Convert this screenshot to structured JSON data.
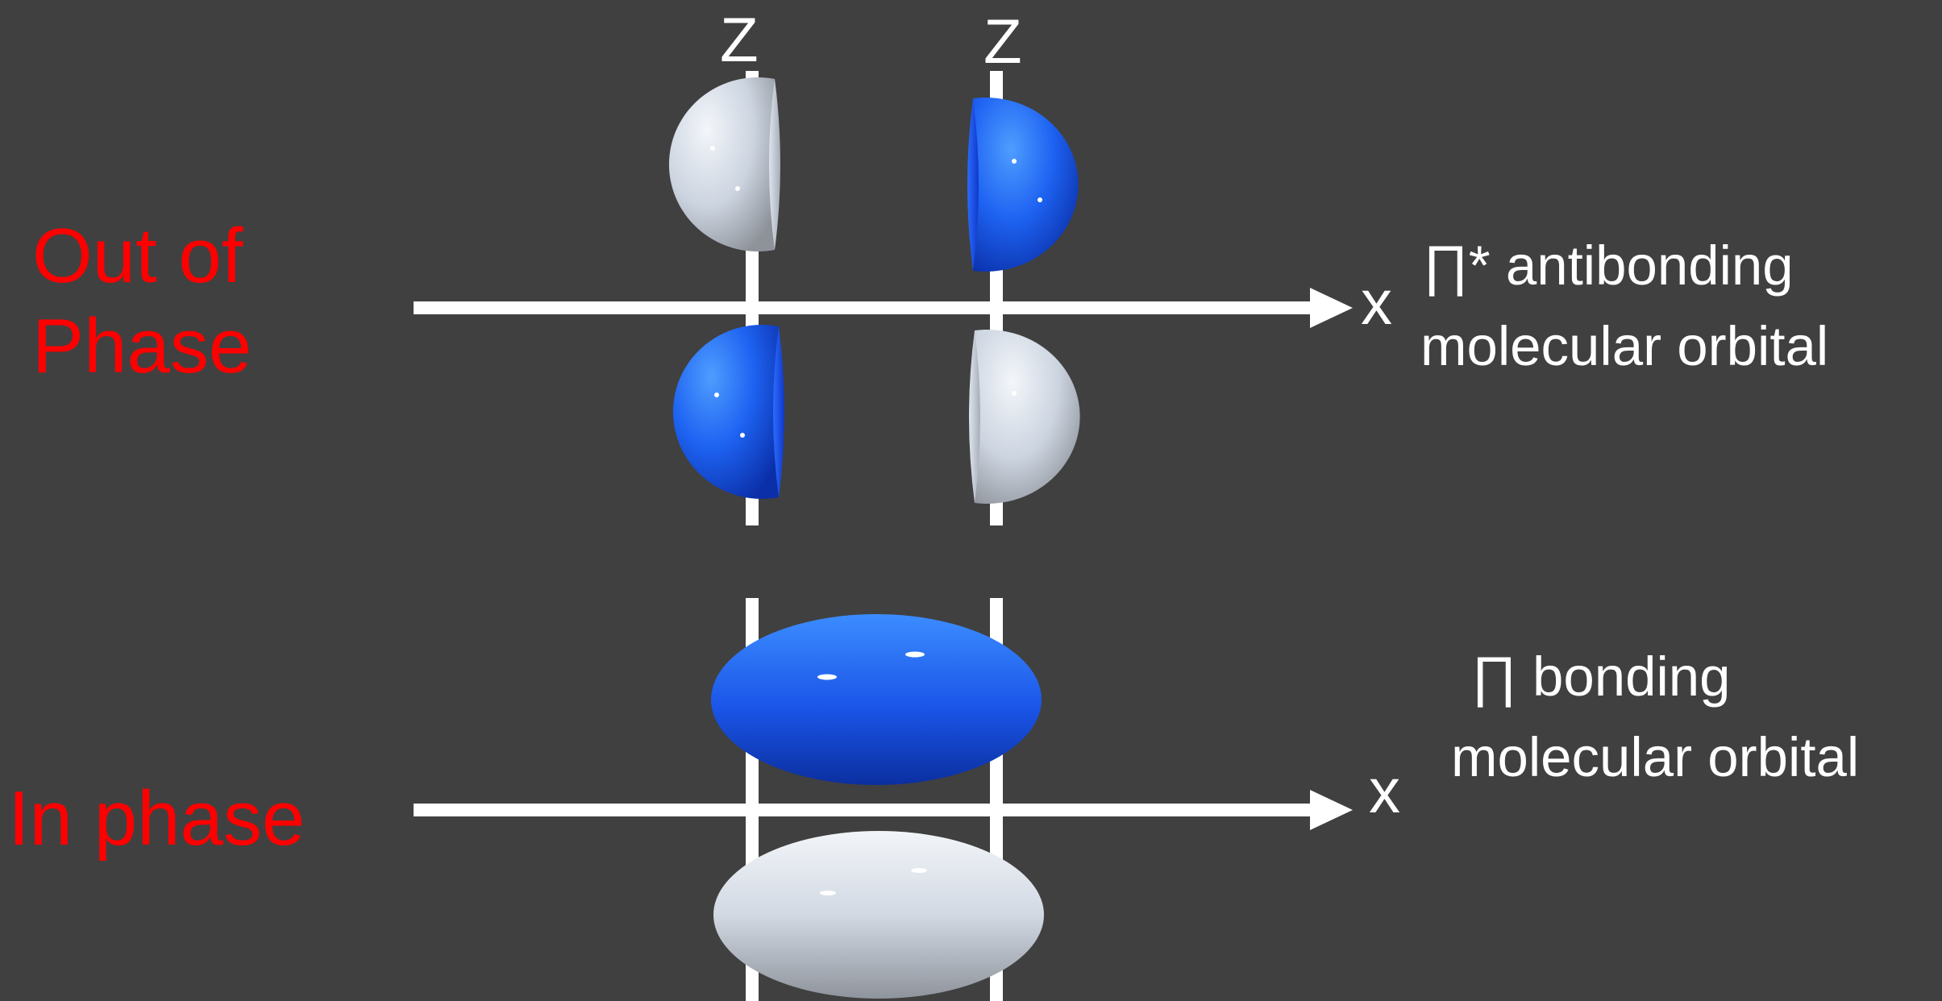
{
  "labels": {
    "out_of_phase_line1": "Out of",
    "out_of_phase_line2": "Phase",
    "in_phase": "In phase",
    "z_axis_left": "Z",
    "z_axis_right": "Z",
    "x_axis_top": "x",
    "x_axis_bottom": "x",
    "antibonding_line1": "∏* antibonding",
    "antibonding_line2": "molecular orbital",
    "bonding_line1": "∏ bonding",
    "bonding_line2": "molecular orbital"
  },
  "colors": {
    "background": "#404040",
    "phase_label": "#ff0000",
    "axis_and_text": "#ffffff",
    "lobe_positive": "#1e5ff0",
    "lobe_negative": "#d4dbe6"
  }
}
